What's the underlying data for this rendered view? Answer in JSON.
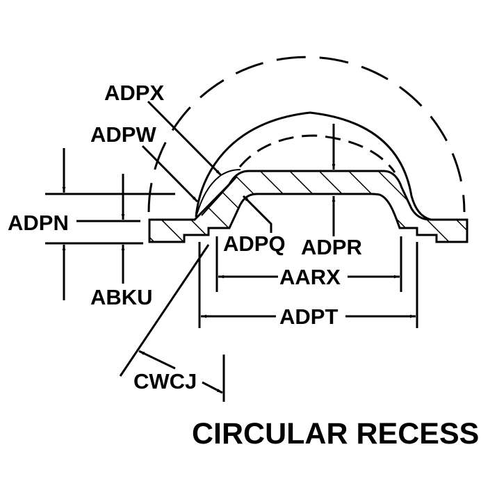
{
  "diagram": {
    "title": "CIRCULAR RECESS",
    "labels": {
      "adpx": "ADPX",
      "adpw": "ADPW",
      "adpn": "ADPN",
      "abku": "ABKU",
      "adpq": "ADPQ",
      "adpr": "ADPR",
      "aarx": "AARX",
      "adpt": "ADPT",
      "cwcj": "CWCJ"
    },
    "colors": {
      "ink": "#000000",
      "background": "#ffffff"
    }
  }
}
